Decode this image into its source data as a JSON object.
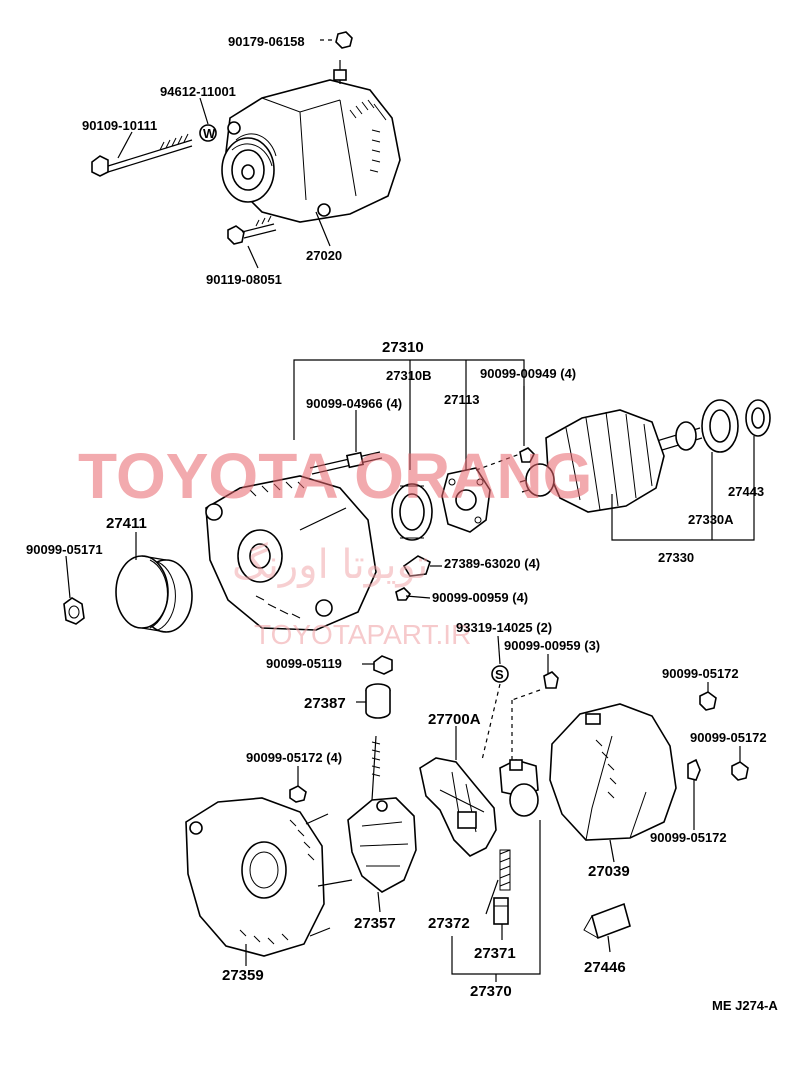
{
  "watermark": {
    "main": "TOYOTA ORANG",
    "sub": "TOYOTAPART.IR",
    "arabic": "تویوتا اورنگ"
  },
  "diagram_code": "ME J274-A",
  "labels": {
    "p90179_06158": "90179-06158",
    "p94612_11001": "94612-11001",
    "p90109_10111": "90109-10111",
    "washer_mark": "W",
    "p27020": "27020",
    "p90119_08051": "90119-08051",
    "p27310": "27310",
    "p27310B": "27310B",
    "p90099_04966": "90099-04966 (4)",
    "p27113": "27113",
    "p90099_00949": "90099-00949 (4)",
    "p27411": "27411",
    "p90099_05171": "90099-05171",
    "p27389_63020": "27389-63020 (4)",
    "p90099_00959_4": "90099-00959 (4)",
    "p27443": "27443",
    "p27330A": "27330A",
    "p27330": "27330",
    "p93319_14025": "93319-14025 (2)",
    "p90099_00959_3": "90099-00959 (3)",
    "p90099_05119": "90099-05119",
    "p27387": "27387",
    "p27700A": "27700A",
    "p90099_05172_a": "90099-05172",
    "p90099_05172_b": "90099-05172",
    "p90099_05172_c": "90099-05172",
    "p90099_05172_4": "90099-05172 (4)",
    "screw_mark": "S",
    "p27039": "27039",
    "p27359": "27359",
    "p27357": "27357",
    "p27372": "27372",
    "p27371": "27371",
    "p27370": "27370",
    "p27446": "27446"
  }
}
